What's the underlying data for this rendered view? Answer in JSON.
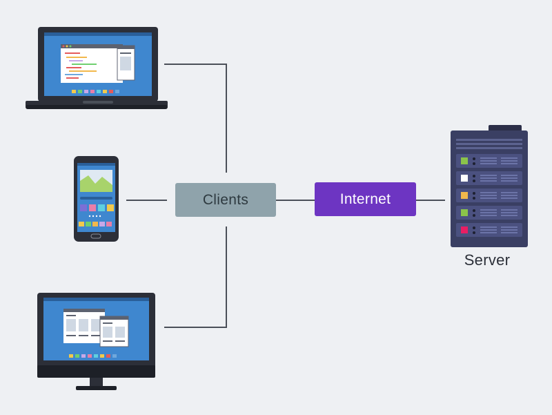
{
  "diagram": {
    "clients_label": "Clients",
    "internet_label": "Internet",
    "server_label": "Server",
    "devices": [
      "laptop-icon",
      "smartphone-icon",
      "desktop-monitor-icon"
    ],
    "server_icon": "server-rack-icon"
  },
  "colors": {
    "background": "#eef0f3",
    "clients_box": "#8fa3ab",
    "internet_box": "#6d35c2",
    "connector_line": "#4a4f58",
    "device_dark": "#2c2f38",
    "screen_blue": "#3f87cf",
    "server_body": "#3a3f63"
  }
}
